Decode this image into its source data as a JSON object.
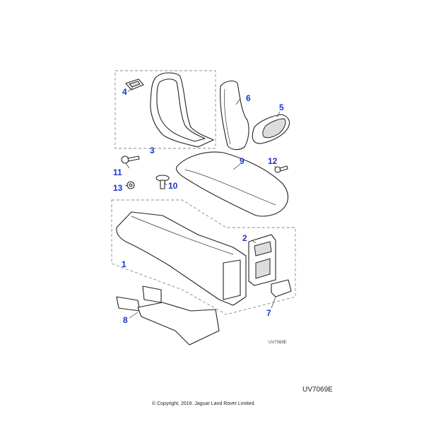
{
  "diagram": {
    "title": "Console assembly exploded parts diagram",
    "reference_code_small": "UV7069E",
    "reference_code": "UV7069E",
    "copyright": "© Copyright, 2016. Jaguar Land Rover Limited.",
    "callout_color": "#1a33cc",
    "callouts": [
      {
        "id": "1",
        "label": "1",
        "part": "console-body"
      },
      {
        "id": "2",
        "label": "2",
        "part": "rear-vent-panel"
      },
      {
        "id": "3",
        "label": "3",
        "part": "armrest-frame-surround"
      },
      {
        "id": "4",
        "label": "4",
        "part": "clip-insert"
      },
      {
        "id": "5",
        "label": "5",
        "part": "air-vent"
      },
      {
        "id": "6",
        "label": "6",
        "part": "armrest-pad"
      },
      {
        "id": "7",
        "label": "7",
        "part": "ashtray-cover"
      },
      {
        "id": "8",
        "label": "8",
        "part": "mounting-bracket"
      },
      {
        "id": "9",
        "label": "9",
        "part": "console-top-lid"
      },
      {
        "id": "10",
        "label": "10",
        "part": "push-rivet"
      },
      {
        "id": "11",
        "label": "11",
        "part": "bolt"
      },
      {
        "id": "12",
        "label": "12",
        "part": "screw"
      },
      {
        "id": "13",
        "label": "13",
        "part": "nut"
      }
    ]
  }
}
